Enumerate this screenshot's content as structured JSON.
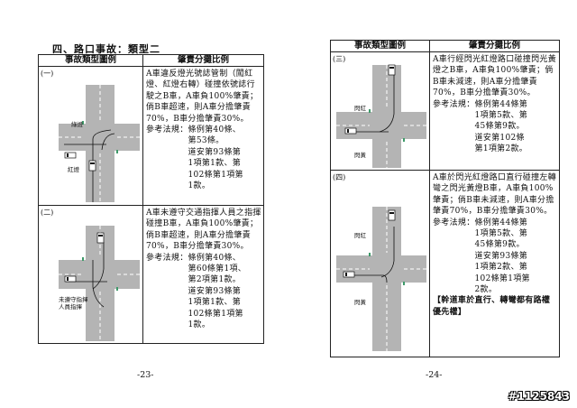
{
  "left_page": {
    "section_title": "四、路口事故：類型二",
    "header_diagram": "事故類型圖例",
    "header_ratio": "肇責分攤比例",
    "page_number": "-23-",
    "rows": [
      {
        "badge": "(一)",
        "labels": [
          "綠燈",
          "紅燈"
        ],
        "body": "A車違反燈光號誌管制（闖紅燈、紅燈右轉）碰撞依號誌行駛之B車，A車負100%肇責；倘B車超速，則A車分擔肇責70%，B車分擔肇責30%。",
        "ref_label": "參考法規：",
        "refs": [
          "條例第40條、",
          "第53條。",
          "道安第93條第",
          "1項第1款、第",
          "102條第1項第",
          "1款。"
        ]
      },
      {
        "badge": "(二)",
        "labels": [
          "未遵守指揮",
          "人員指揮"
        ],
        "body": "A車未遵守交通指揮人員之指揮碰撞B車，A車負100%肇責；倘B車超速，則A車分擔肇責70%，B車分擔肇責30%。",
        "ref_label": "參考法規：",
        "refs": [
          "條例第40條、",
          "第60條第1項、",
          "第2項第1款。",
          "道安第93條第",
          "1項第1款、第",
          "102條第1項第",
          "1款。"
        ]
      }
    ]
  },
  "right_page": {
    "header_diagram": "事故類型圖例",
    "header_ratio": "肇責分攤比例",
    "page_number": "-24-",
    "rows": [
      {
        "badge": "(三)",
        "labels": [
          "閃紅",
          "閃黃"
        ],
        "body": "A車行經閃光紅燈路口碰撞閃光黃燈之B車，A車負100%肇責；倘B車未減速，則A車分擔肇責70%，B車分擔肇責30%。",
        "ref_label": "參考法規：",
        "refs": [
          "條例第44條第",
          "1項第5款、第",
          "45條第9款。",
          "道安第102條",
          "第1項第2款。"
        ]
      },
      {
        "badge": "(四)",
        "labels": [
          "閃紅",
          "閃黃"
        ],
        "body": "A車於閃光紅燈路口直行碰撞左轉彎之閃光黃燈B車，A車負100%肇責；倘B車未減速，則A車分擔肇責70%，B車分擔肇責30%。",
        "ref_label": "參考法規：",
        "refs": [
          "條例第44條第",
          "1項第5款、第",
          "45條第9款。",
          "道安第93條第",
          "1項第2款、第",
          "102條第1項第",
          "2款。"
        ],
        "note": "【幹道車於直行、轉彎都有路權優先權】"
      }
    ]
  },
  "watermark": "#1125843",
  "colors": {
    "road": "#b4b4b4",
    "lane_mark": "#ffffff",
    "grass": "#3f9a6a",
    "line": "#111111"
  }
}
